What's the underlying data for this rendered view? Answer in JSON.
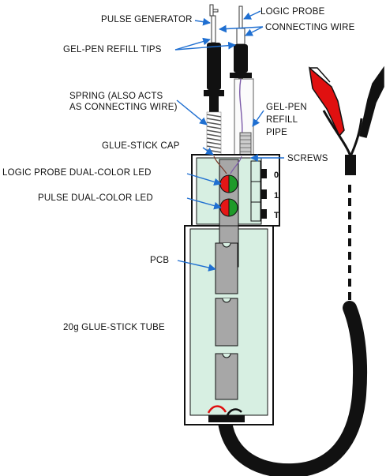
{
  "labels": {
    "pulse_generator": "PULSE GENERATOR",
    "logic_probe": "LOGIC PROBE",
    "connecting_wire": "CONNECTING WIRE",
    "gel_pen_refill_tips": "GEL-PEN REFILL TIPS",
    "spring_line1": "SPRING (ALSO ACTS",
    "spring_line2": "AS CONNECTING WIRE)",
    "gel_pen_pipe_line1": "GEL-PEN",
    "gel_pen_pipe_line2": "REFILL",
    "gel_pen_pipe_line3": "PIPE",
    "glue_stick_cap": "GLUE-STICK CAP",
    "screws": "SCREWS",
    "logic_probe_led": "LOGIC PROBE DUAL-COLOR LED",
    "pulse_led": "PULSE DUAL-COLOR LED",
    "pcb": "PCB",
    "glue_stick_tube": "20g GLUE-STICK TUBE"
  },
  "switch_labels": [
    "0",
    "1",
    "T"
  ],
  "colors": {
    "pcb_fill": "#d7efe2",
    "arrow_blue": "#1f6fd1",
    "led_red": "#e51616",
    "led_green": "#1f9a2a",
    "clip_red": "#e01010",
    "clip_black": "#111111",
    "chip_gray": "#a7a7a7"
  }
}
